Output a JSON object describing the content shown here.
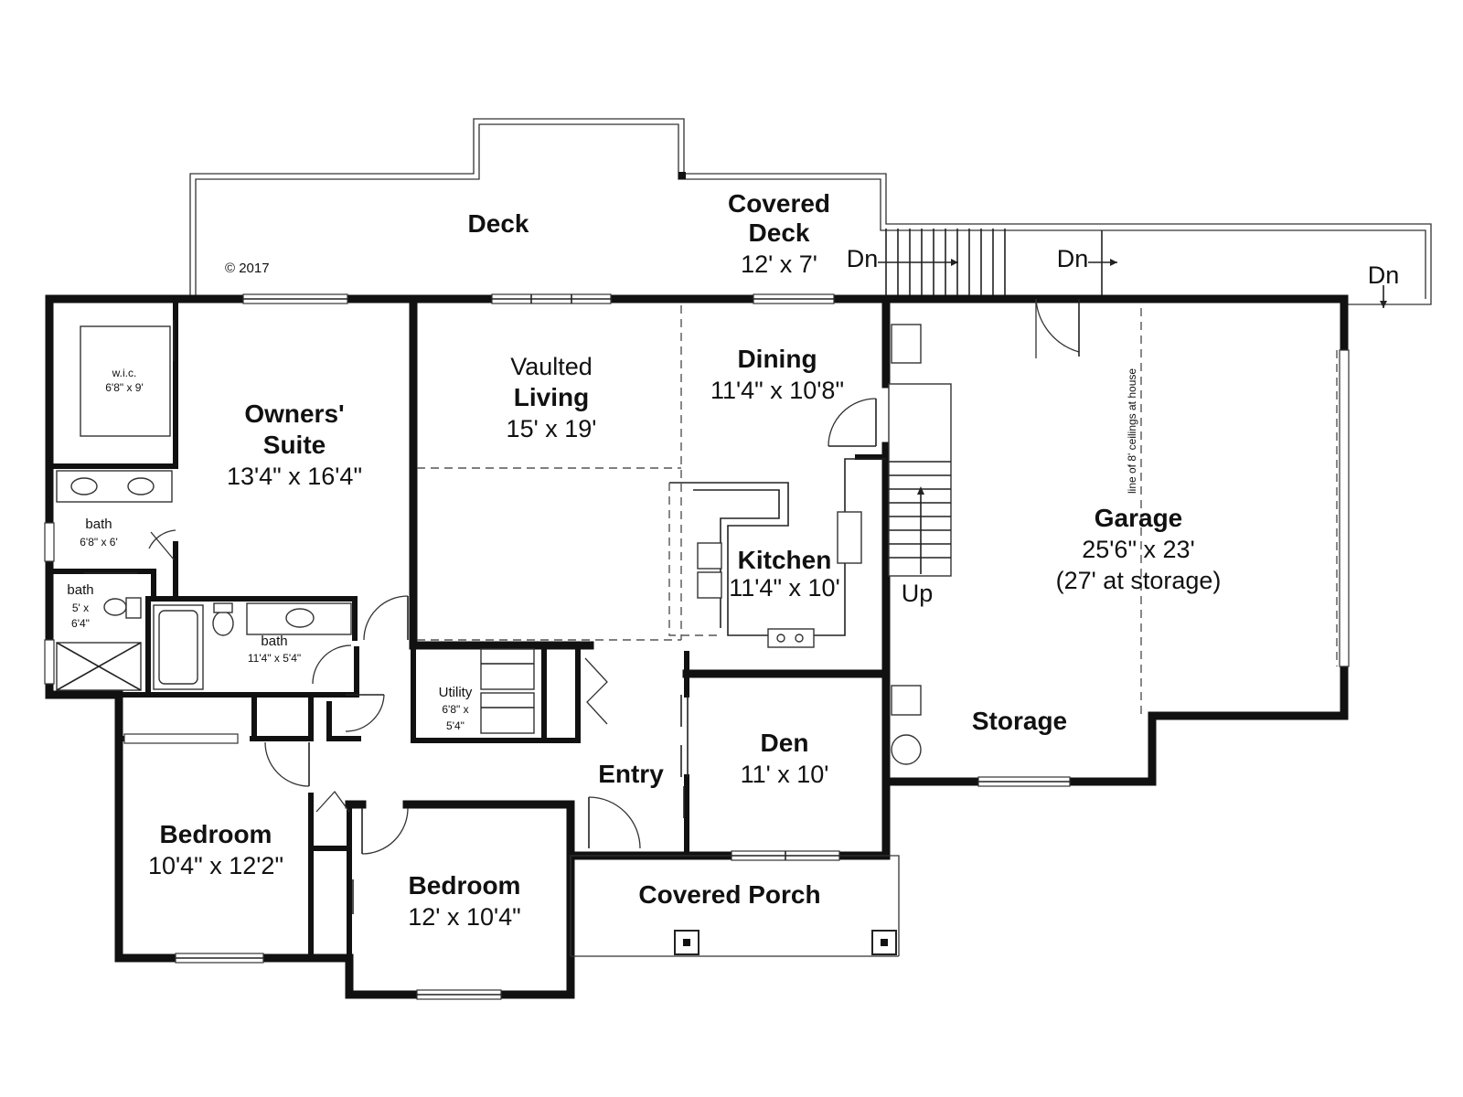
{
  "copyright": "© 2017",
  "rooms": {
    "deck": {
      "name": "Deck"
    },
    "covered_deck": {
      "name_line1": "Covered",
      "name_line2": "Deck",
      "size": "12' x 7'"
    },
    "owners_suite": {
      "name_line1": "Owners'",
      "name_line2": "Suite",
      "size": "13'4\" x 16'4\""
    },
    "vaulted_living": {
      "name_line1": "Vaulted",
      "name_line2": "Living",
      "size": "15' x 19'"
    },
    "dining": {
      "name": "Dining",
      "size": "11'4\" x 10'8\""
    },
    "kitchen": {
      "name": "Kitchen",
      "size": "11'4\" x 10'"
    },
    "garage": {
      "name": "Garage",
      "size": "25'6\" x 23'",
      "note": "(27' at storage)"
    },
    "storage": {
      "name": "Storage"
    },
    "den": {
      "name": "Den",
      "size": "11' x 10'"
    },
    "entry": {
      "name": "Entry"
    },
    "covered_porch": {
      "name": "Covered Porch"
    },
    "bedroom_left": {
      "name": "Bedroom",
      "size": "10'4\" x 12'2\""
    },
    "bedroom_center": {
      "name": "Bedroom",
      "size": "12' x 10'4\""
    },
    "wic": {
      "name": "w.i.c.",
      "size": "6'8\" x 9'"
    },
    "bath_master": {
      "name": "bath",
      "size": "6'8\" x 6'"
    },
    "bath_small": {
      "name": "bath",
      "size_line1": "5' x",
      "size_line2": "6'4\""
    },
    "bath_hall": {
      "name": "bath",
      "size": "11'4\" x 5'4\""
    },
    "utility": {
      "name": "Utility",
      "size_line1": "6'8\" x",
      "size_line2": "5'4\""
    }
  },
  "stairs": {
    "dn": "Dn",
    "up": "Up"
  },
  "notes": {
    "ceiling": "line of 8' ceilings at house"
  }
}
